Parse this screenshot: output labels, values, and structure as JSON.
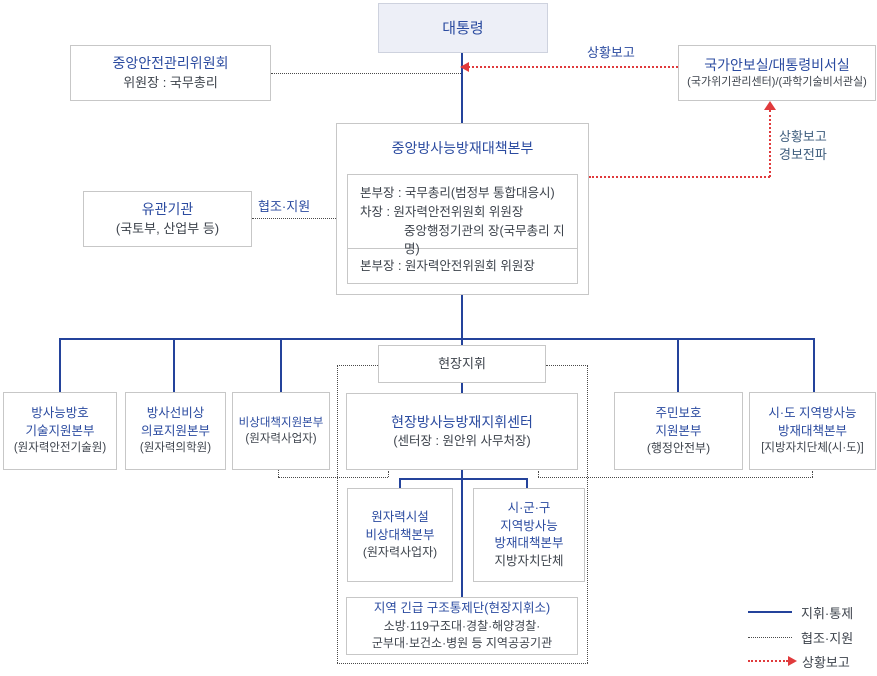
{
  "colors": {
    "accent_blue": "#2b4ba0",
    "line_blue": "#24439b",
    "dark_text": "#3d434c",
    "red": "#e03a3c",
    "president_bg": "#edeff7",
    "box_border": "#c7c7c7"
  },
  "boxes": {
    "president": {
      "title": "대통령"
    },
    "committee": {
      "line1": "중앙안전관리위원회",
      "line2": "위원장 : 국무총리"
    },
    "security_office": {
      "line1": "국가안보실/대통령비서실",
      "line2": "(국가위기관리센터)/(과학기술비서관실)"
    },
    "central_hq": {
      "title": "중앙방사능방재대책본부",
      "staff1": "본부장 : 국무총리(범정부 통합대응시)",
      "staff2": "차장 : 원자력안전위원회 위원장",
      "staff3": "중앙행정기관의 장(국무총리 지명)",
      "staff4": "본부장 : 원자력안전위원회 위원장"
    },
    "related_org": {
      "line1": "유관기관",
      "line2": "(국토부, 산업부 등)"
    },
    "onsite_command": {
      "title": "현장지휘"
    },
    "tech_support": {
      "line1": "방사능방호",
      "line2": "기술지원본부",
      "line3": "(원자력안전기술원)"
    },
    "medical_support": {
      "line1": "방사선비상",
      "line2": "의료지원본부",
      "line3": "(원자력의학원)"
    },
    "emergency_support": {
      "line1": "비상대책지원본부",
      "line2": "(원자력사업자)"
    },
    "field_center": {
      "line1": "현장방사능방재지휘센터",
      "line2": "(센터장 : 원안위 사무처장)"
    },
    "resident_protection": {
      "line1": "주민보호",
      "line2": "지원본부",
      "line3": "(행정안전부)"
    },
    "sido_hq": {
      "line1": "시·도 지역방사능",
      "line2": "방재대책본부",
      "line3": "[지방자치단체(시·도)]"
    },
    "facility_hq": {
      "line1": "원자력시설",
      "line2": "비상대책본부",
      "line3": "(원자력사업자)"
    },
    "sigungu_hq": {
      "line1": "시·군·구",
      "line2": "지역방사능",
      "line3": "방재대책본부",
      "line4": "지방자치단체"
    },
    "rescue_control": {
      "line1": "지역 긴급 구조통제단(현장지휘소)",
      "line2": "소방·119구조대·경찰·해양경찰·",
      "line3": "군부대·보건소·병원 등 지역공공기관"
    }
  },
  "labels": {
    "situation_report_top": "상황보고",
    "situation_report_right1": "상황보고",
    "situation_report_right2": "경보전파",
    "cooperation_support": "협조·지원"
  },
  "legend": {
    "command": "지휘·통제",
    "cooperation": "협조·지원",
    "report": "상황보고"
  }
}
